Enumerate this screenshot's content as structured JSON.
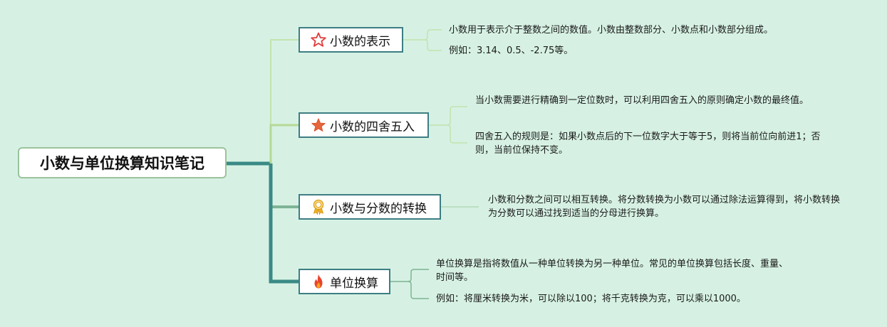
{
  "root": {
    "title": "小数与单位换算知识笔记"
  },
  "topics": [
    {
      "label": "小数的表示",
      "icon": "star-outline-icon",
      "notes": [
        "小数用于表示介于整数之间的数值。小数由整数部分、小数点和小数部分组成。",
        "例如：3.14、0.5、-2.75等。"
      ]
    },
    {
      "label": "小数的四舍五入",
      "icon": "star-filled-icon",
      "notes": [
        "当小数需要进行精确到一定位数时，可以利用四舍五入的原则确定小数的最终值。",
        "四舍五入的规则是：如果小数点后的下一位数字大于等于5，则将当前位向前进1；否则，当前位保持不变。"
      ]
    },
    {
      "label": "小数与分数的转换",
      "icon": "award-medal-icon",
      "notes": [
        "小数和分数之间可以相互转换。将分数转换为小数可以通过除法运算得到，将小数转换为分数可以通过找到适当的分母进行换算。"
      ]
    },
    {
      "label": "单位换算",
      "icon": "fire-icon",
      "notes": [
        "单位换算是指将数值从一种单位转换为另一种单位。常见的单位换算包括长度、重量、时间等。",
        "例如：将厘米转换为米，可以除以100；将千克转换为克，可以乘以1000。"
      ]
    }
  ],
  "colors": {
    "background": "#d6f1e3",
    "trunk": "#3a8a86",
    "upper_branch": "#b9dfa4",
    "lower_branch": "#7fb69a",
    "topic_border": "#3d7e84",
    "star_outline": "#e23b3b",
    "star_filled": "#e8663c",
    "medal": "#f2b01e",
    "fire": "#e8442d"
  }
}
